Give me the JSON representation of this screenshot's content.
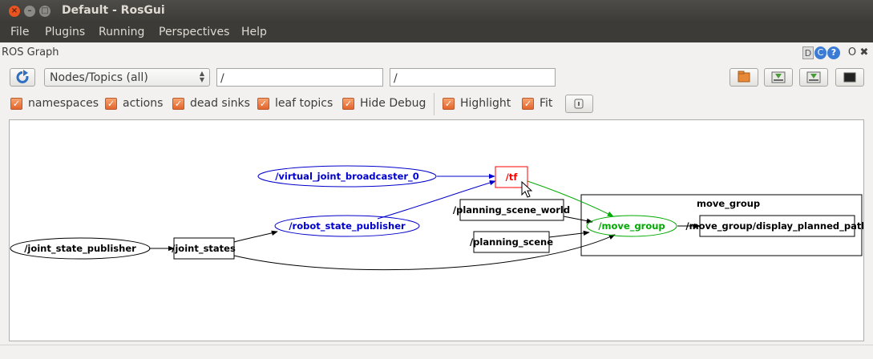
{
  "window": {
    "title": "Default - RosGui"
  },
  "menu": [
    "File",
    "Plugins",
    "Running",
    "Perspectives",
    "Help"
  ],
  "panel": {
    "title": "ROS Graph",
    "corner_icons": [
      "D",
      "C",
      "?",
      "O",
      "✖"
    ]
  },
  "toolbar": {
    "refresh_icon": "refresh-icon",
    "graph_type": "Nodes/Topics (all)",
    "node_filter": "/",
    "topic_filter": "/",
    "buttons": [
      "load-icon",
      "save-dot-icon",
      "save-svg-icon",
      "screenshot-icon"
    ]
  },
  "options": [
    {
      "label": "namespaces",
      "checked": true
    },
    {
      "label": "actions",
      "checked": true
    },
    {
      "label": "dead sinks",
      "checked": true
    },
    {
      "label": "leaf topics",
      "checked": true
    },
    {
      "label": "Hide Debug",
      "checked": true
    },
    {
      "label": "Highlight",
      "checked": true
    },
    {
      "label": "Fit",
      "checked": true
    }
  ],
  "graph": {
    "cluster_label": "move_group",
    "nodes": {
      "joint_state_publisher": "/joint_state_publisher",
      "joint_states": "/joint_states",
      "robot_state_publisher": "/robot_state_publisher",
      "virtual_joint_broadcaster": "/virtual_joint_broadcaster_0",
      "tf": "/tf",
      "planning_scene_world": "/planning_scene_world",
      "planning_scene": "/planning_scene",
      "move_group": "/move_group",
      "display_planned_path": "/move_group/display_planned_path"
    },
    "colors": {
      "highlight_blue": "#0000cc",
      "highlight_green": "#00aa00",
      "highlight_red": "#ff0000"
    }
  }
}
